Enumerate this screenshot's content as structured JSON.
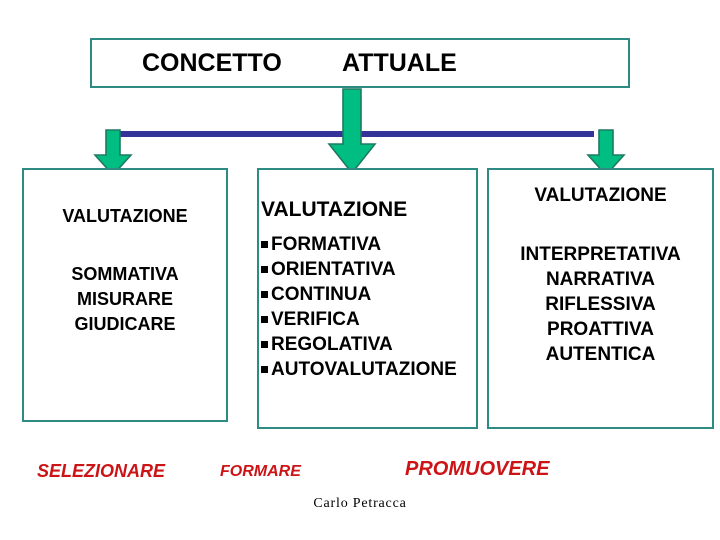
{
  "slide": {
    "title_row": {
      "concetto": "CONCETTO",
      "attuale": "ATTUALE"
    },
    "boxes": {
      "left": {
        "title": "VALUTAZIONE",
        "lines": [
          "SOMMATIVA",
          "MISURARE",
          "GIUDICARE"
        ]
      },
      "center": {
        "title": "VALUTAZIONE",
        "items": [
          "FORMATIVA",
          "ORIENTATIVA",
          "CONTINUA",
          "VERIFICA",
          "REGOLATIVA",
          "AUTOVALUTAZIONE"
        ]
      },
      "right": {
        "title": "VALUTAZIONE",
        "lines": [
          "INTERPRETATIVA",
          "NARRATIVA",
          "RIFLESSIVA",
          "PROATTIVA",
          "AUTENTICA"
        ]
      }
    },
    "footer_labels": {
      "left": "SELEZIONARE",
      "center": "FORMARE",
      "right": "PROMUOVERE"
    },
    "credit": "Carlo  Petracca",
    "colors": {
      "box_border": "#2E8B84",
      "arrow_fill": "#00BE82",
      "arrow_stroke": "#1F7A62",
      "connector_line": "#333399",
      "footer_text": "#CC1316",
      "background": "#FFFFFF"
    }
  }
}
